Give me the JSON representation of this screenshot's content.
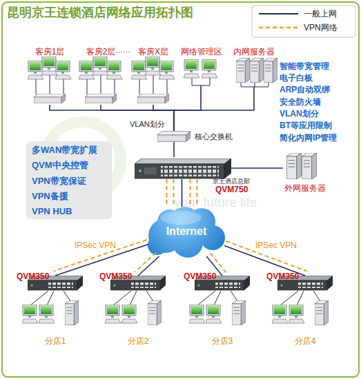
{
  "diagram": {
    "title": "昆明京王连锁酒店网络应用拓扑图",
    "nodes": [
      {
        "text": [
          "客房1层"
        ]
      },
      {
        "text": [
          "客房2层"
        ]
      },
      {
        "text": [
          "客房X层"
        ]
      },
      {
        "text": [
          "网络管理区"
        ]
      },
      {
        "text": [
          "内网服务器"
        ]
      },
      {
        "text": [
          "核心交换机"
        ]
      },
      {
        "text": [
          "多WAN带宽扩展",
          "QVM中央控管",
          "VPN带宽保证",
          "VPN备援",
          "VPN HUB"
        ]
      },
      {
        "text": [
          "京王酒店总部",
          "QVM750"
        ]
      },
      {
        "text": [
          "外网服务器"
        ]
      },
      {
        "text": [
          "Internet"
        ]
      },
      {
        "text": [
          "QVM350",
          "分店1"
        ]
      },
      {
        "text": [
          "QVM350",
          "分店2"
        ]
      },
      {
        "text": [
          "QVM350",
          "分店3"
        ]
      },
      {
        "text": [
          "QVM350",
          "分店4"
        ]
      }
    ],
    "edges": [
      {
        "from": 0,
        "to": 5,
        "arrow": "none"
      },
      {
        "from": 1,
        "to": 5,
        "arrow": "none"
      },
      {
        "from": 2,
        "to": 5,
        "arrow": "none"
      },
      {
        "from": 3,
        "to": 5,
        "arrow": "none"
      },
      {
        "from": 4,
        "to": 5,
        "arrow": "none"
      },
      {
        "from": 5,
        "to": 7,
        "arrow": "none"
      },
      {
        "from": 7,
        "to": 8,
        "arrow": "none"
      },
      {
        "from": 7,
        "to": 9,
        "arrow": "none"
      },
      {
        "from": 9,
        "to": 10,
        "arrow": "none",
        "label": "IPSec VPN"
      },
      {
        "from": 9,
        "to": 11,
        "arrow": "none"
      },
      {
        "from": 9,
        "to": 12,
        "arrow": "none"
      },
      {
        "from": 9,
        "to": 13,
        "arrow": "none",
        "label": "IPSec VPN"
      }
    ],
    "labels": [
      "······",
      "智能带宽管理",
      "电子白板",
      "ARP自动双绑",
      "安全防火墙",
      "VLAN划分",
      "BT等应用限制",
      "简化内网IP管理",
      "VLAN划分",
      "your future life"
    ],
    "legend": [
      {
        "text": "一般上网"
      },
      {
        "text": "VPN网络"
      }
    ]
  }
}
